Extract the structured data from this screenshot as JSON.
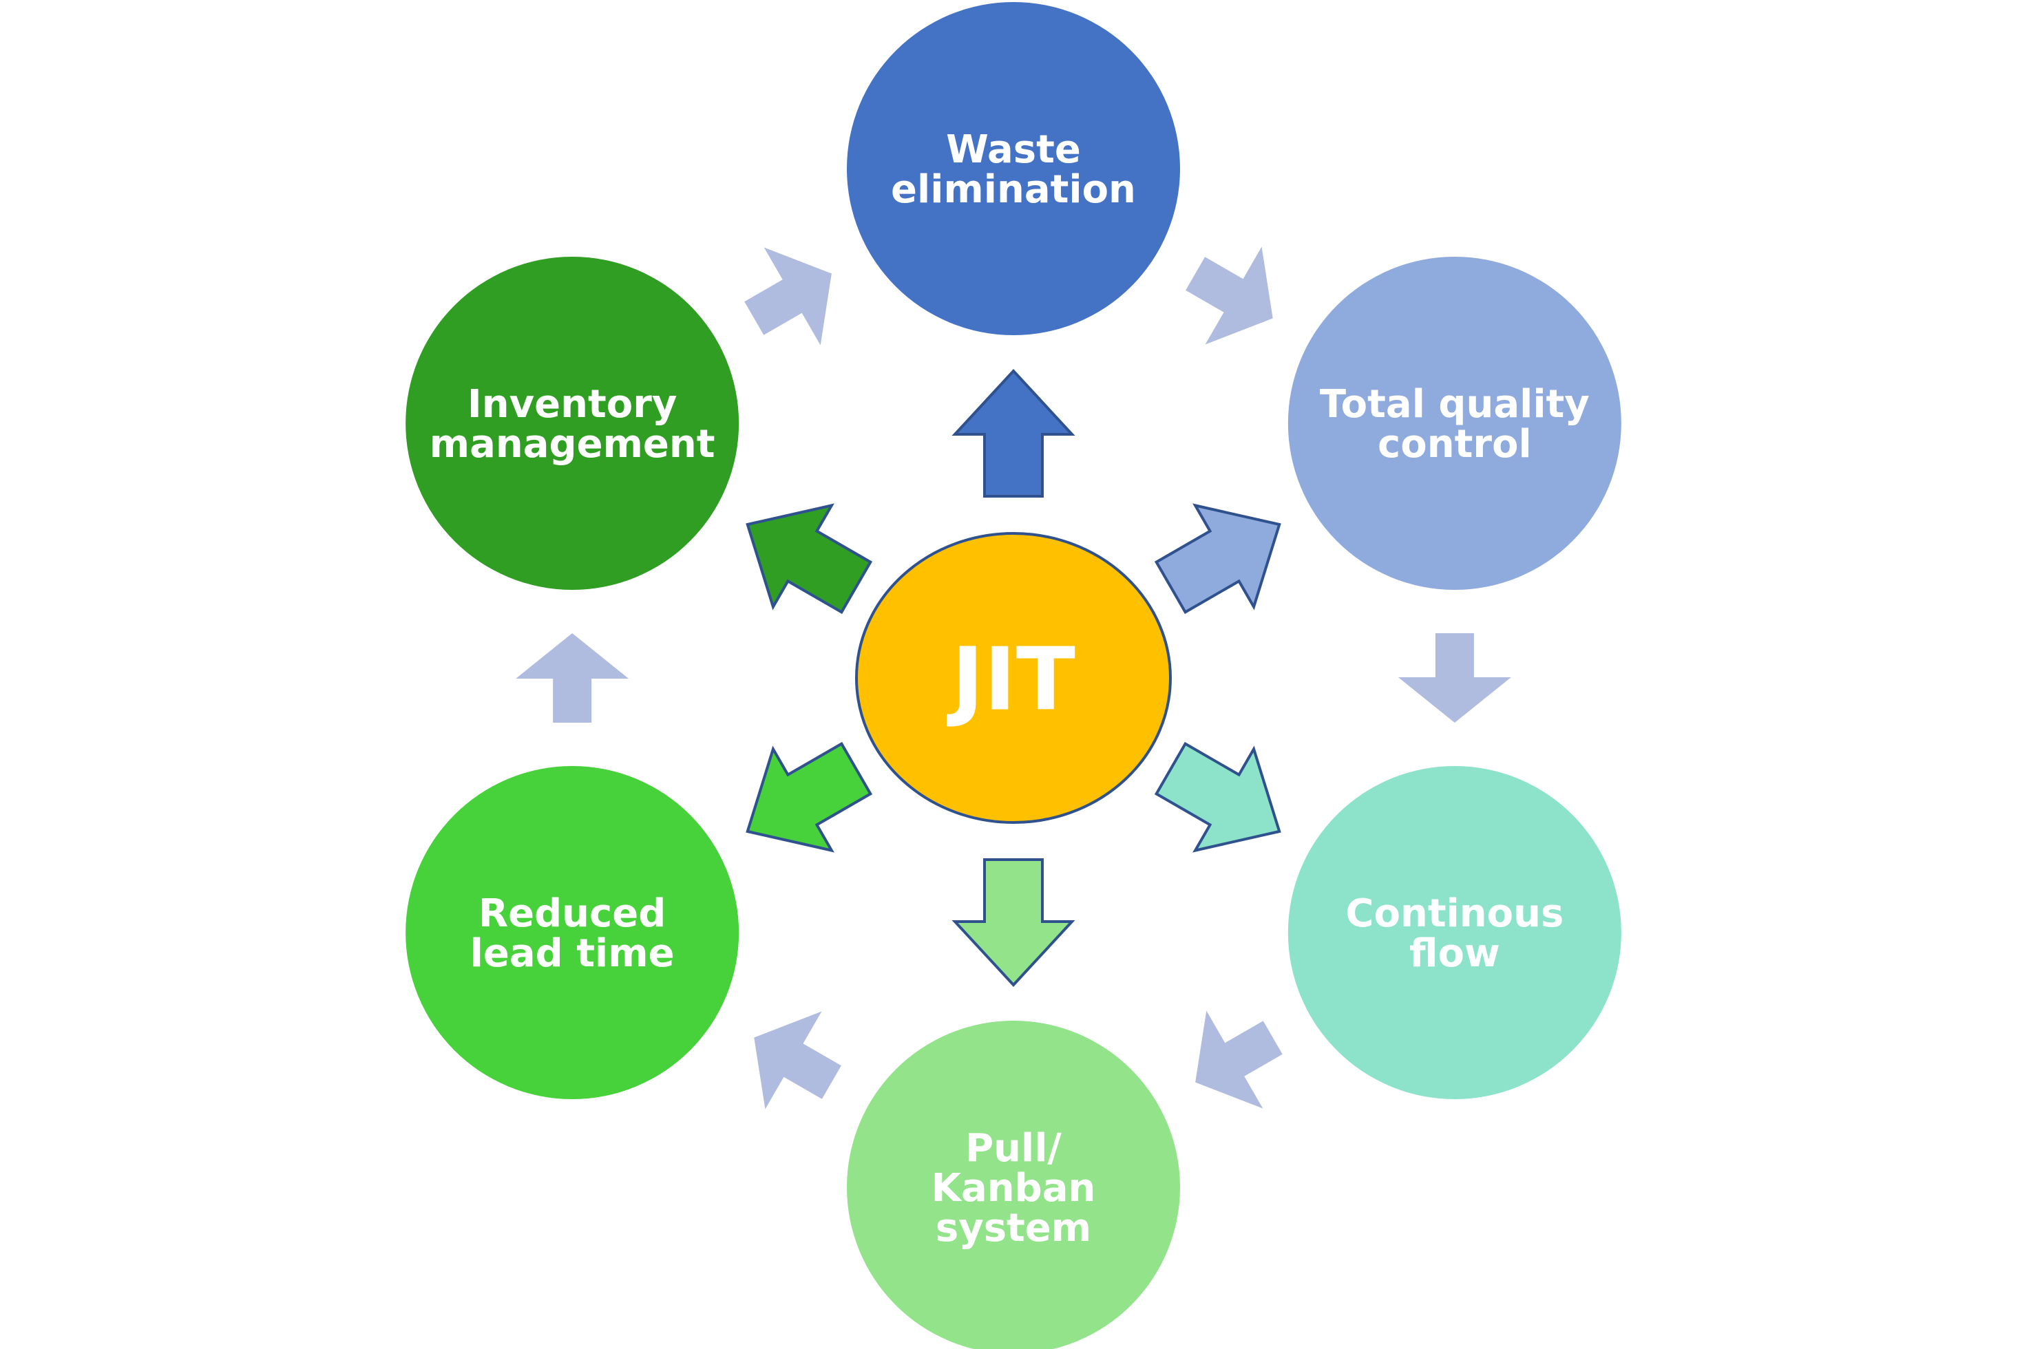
{
  "center": {
    "label": "JIT",
    "color": "#FFC000"
  },
  "nodes": [
    {
      "id": "waste-elimination",
      "lines": [
        "Waste",
        "elimination"
      ],
      "color": "#4472C4"
    },
    {
      "id": "total-quality-control",
      "lines": [
        "Total quality",
        "control"
      ],
      "color": "#8FAADC"
    },
    {
      "id": "continous-flow",
      "lines": [
        "Continous",
        "flow"
      ],
      "color": "#8CE3C9"
    },
    {
      "id": "pull-kanban-system",
      "lines": [
        "Pull/",
        "Kanban",
        "system"
      ],
      "color": "#92E38A"
    },
    {
      "id": "reduced-lead-time",
      "lines": [
        "Reduced",
        "lead time"
      ],
      "color": "#47D13A"
    },
    {
      "id": "inventory-management",
      "lines": [
        "Inventory",
        "management"
      ],
      "color": "#2F9E23"
    }
  ],
  "colors": {
    "node_outline": "#2F528F",
    "cycle_arrow": "#AFBCDF",
    "label_text": "#FFFFFF"
  }
}
